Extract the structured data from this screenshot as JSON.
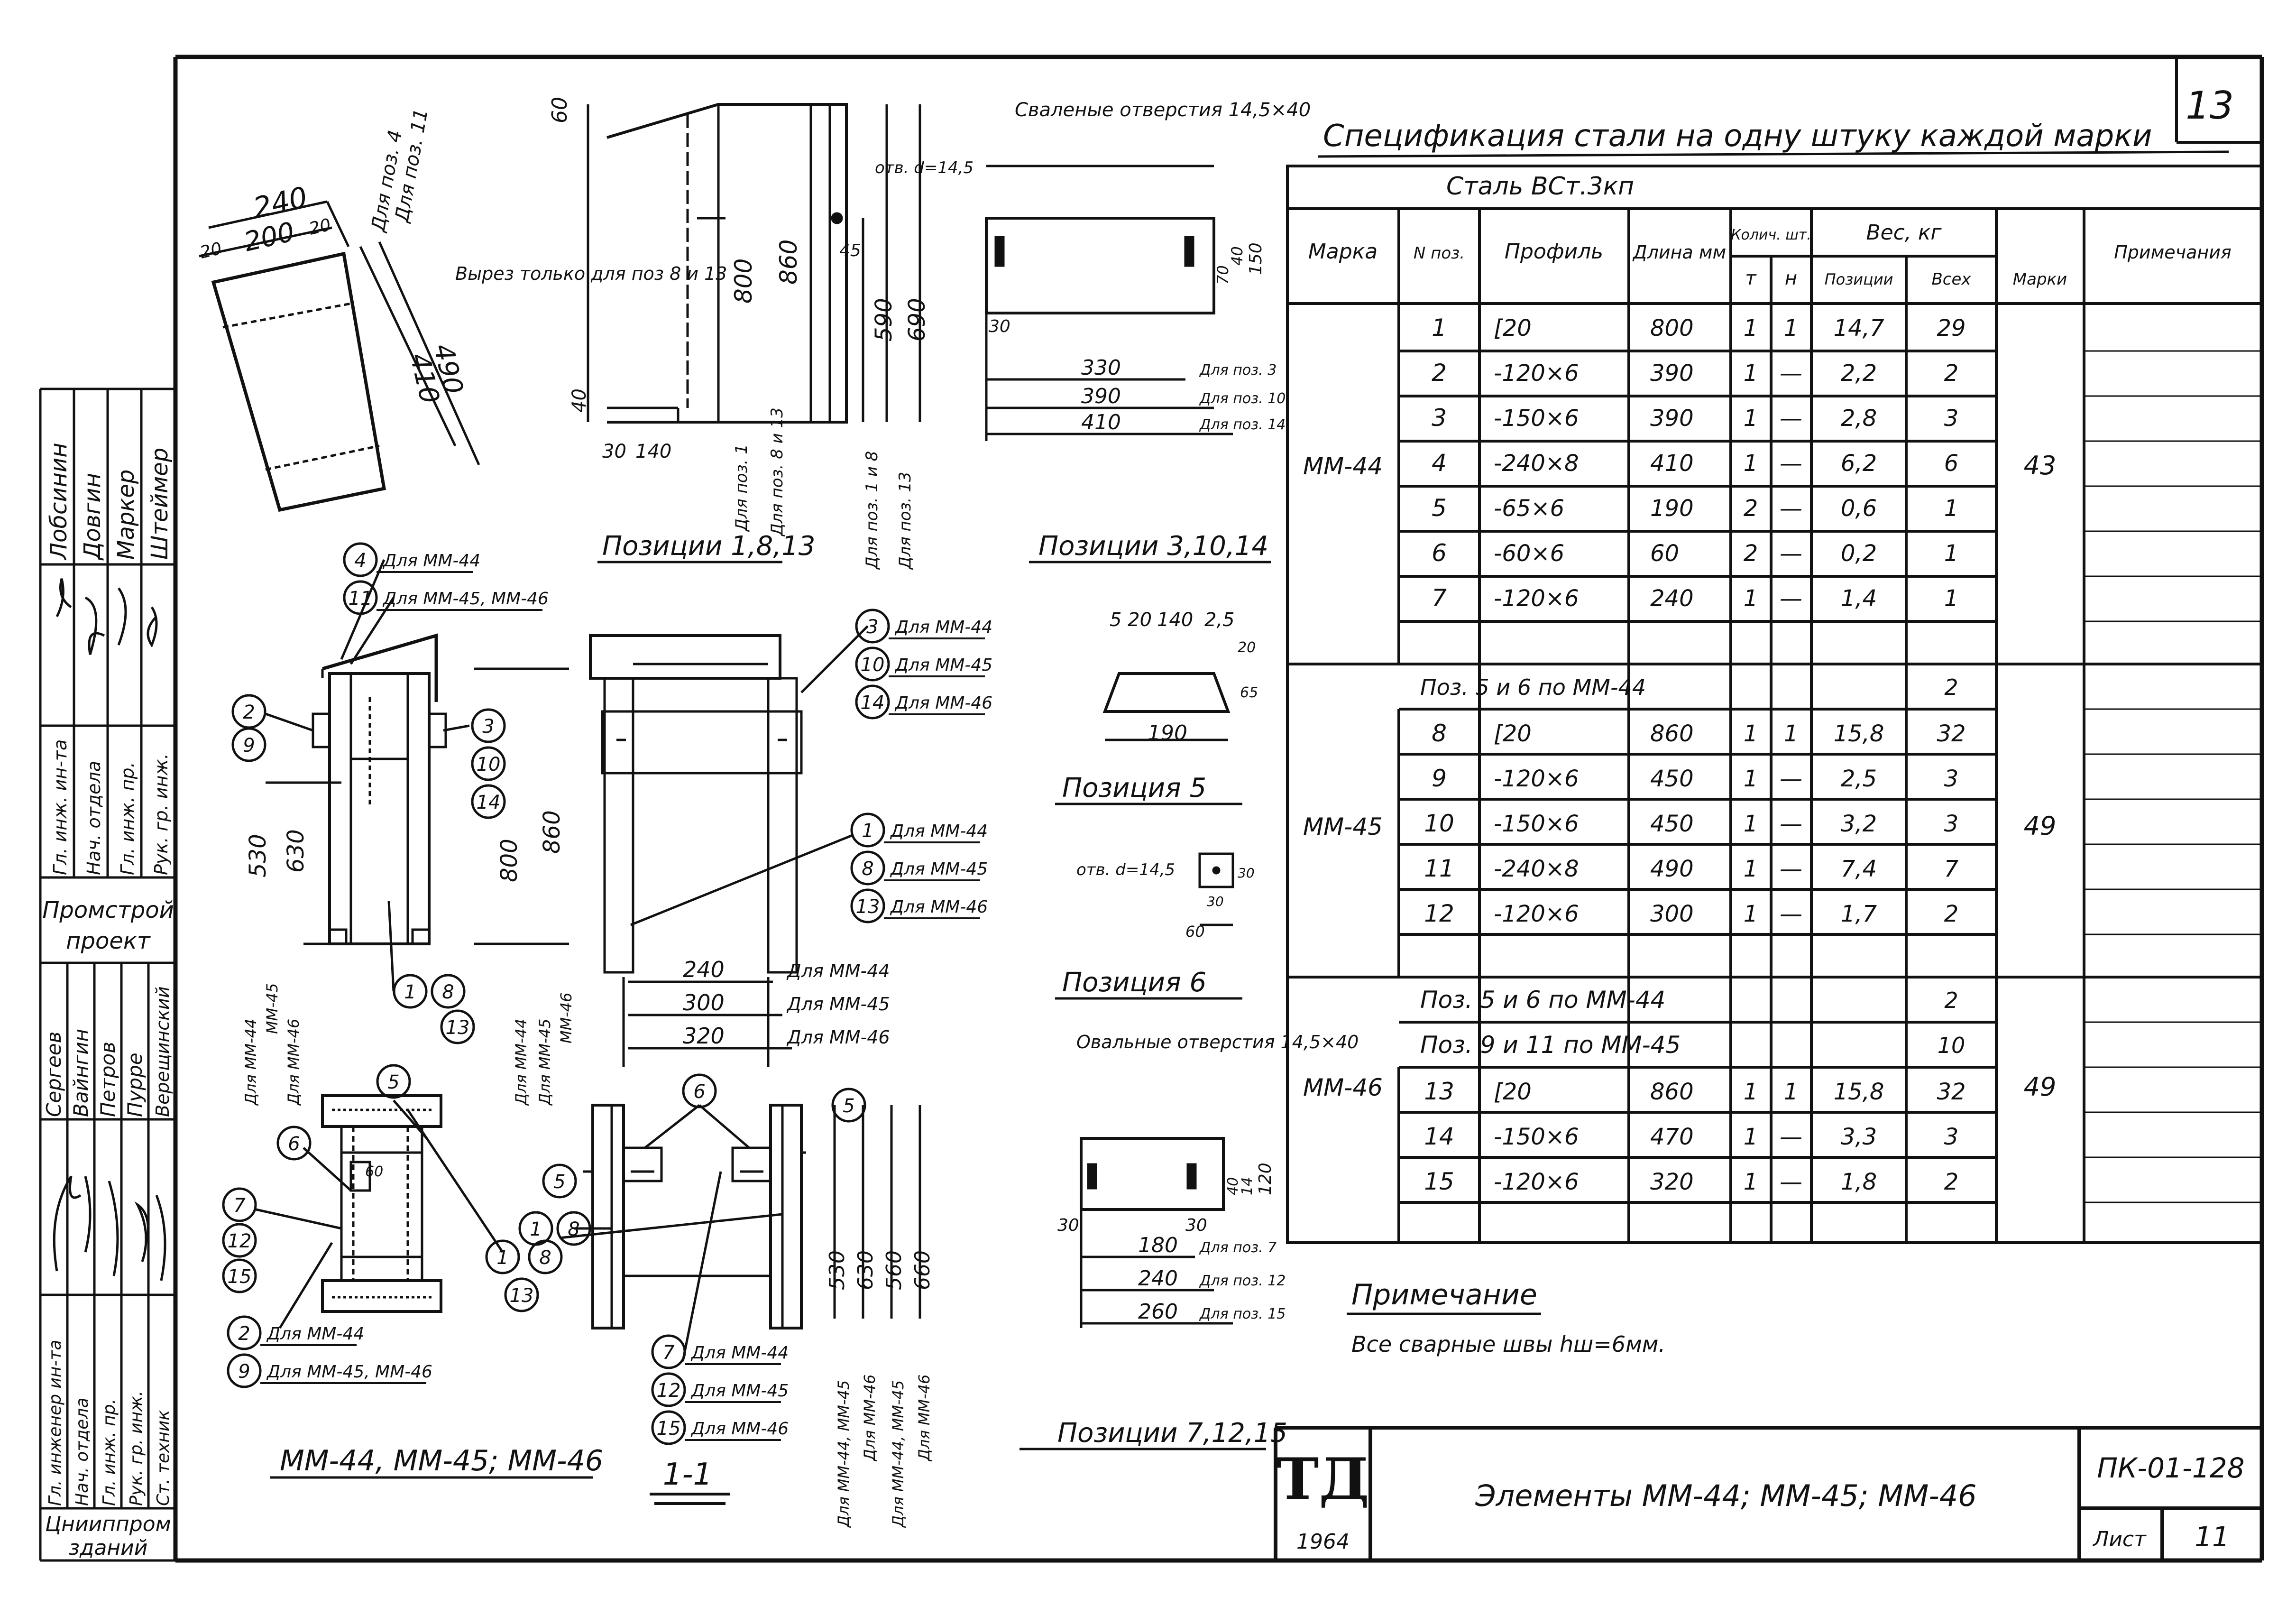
{
  "sheet_number": "13",
  "spec": {
    "title": "Спецификация стали на одну штуку каждой марки",
    "steel": "Сталь ВСт.3кп",
    "headers": {
      "mark": "Марка",
      "pos": "N поз.",
      "profile": "Профиль",
      "length": "Длина мм",
      "qty": "Колич. шт.",
      "qty_t": "т",
      "qty_n": "н",
      "weight": "Вес, кг",
      "w_pos": "Позиции",
      "w_all": "Всех",
      "w_mark": "Марки",
      "note": "Примечания"
    },
    "groups": [
      {
        "mark": "ММ-44",
        "mark_weight": "43",
        "rows": [
          {
            "pos": "1",
            "profile": "[20",
            "length": "800",
            "t": "1",
            "n": "1",
            "w_pos": "14,7",
            "w_all": "29"
          },
          {
            "pos": "2",
            "profile": "-120×6",
            "length": "390",
            "t": "1",
            "n": "—",
            "w_pos": "2,2",
            "w_all": "2"
          },
          {
            "pos": "3",
            "profile": "-150×6",
            "length": "390",
            "t": "1",
            "n": "—",
            "w_pos": "2,8",
            "w_all": "3"
          },
          {
            "pos": "4",
            "profile": "-240×8",
            "length": "410",
            "t": "1",
            "n": "—",
            "w_pos": "6,2",
            "w_all": "6"
          },
          {
            "pos": "5",
            "profile": "-65×6",
            "length": "190",
            "t": "2",
            "n": "—",
            "w_pos": "0,6",
            "w_all": "1"
          },
          {
            "pos": "6",
            "profile": "-60×6",
            "length": "60",
            "t": "2",
            "n": "—",
            "w_pos": "0,2",
            "w_all": "1"
          },
          {
            "pos": "7",
            "profile": "-120×6",
            "length": "240",
            "t": "1",
            "n": "—",
            "w_pos": "1,4",
            "w_all": "1"
          }
        ]
      },
      {
        "mark": "ММ-45",
        "mark_weight": "49",
        "ref_rows": [
          {
            "text": "Поз. 5 и 6 по ММ-44",
            "w_all": "2"
          }
        ],
        "rows": [
          {
            "pos": "8",
            "profile": "[20",
            "length": "860",
            "t": "1",
            "n": "1",
            "w_pos": "15,8",
            "w_all": "32"
          },
          {
            "pos": "9",
            "profile": "-120×6",
            "length": "450",
            "t": "1",
            "n": "—",
            "w_pos": "2,5",
            "w_all": "3"
          },
          {
            "pos": "10",
            "profile": "-150×6",
            "length": "450",
            "t": "1",
            "n": "—",
            "w_pos": "3,2",
            "w_all": "3"
          },
          {
            "pos": "11",
            "profile": "-240×8",
            "length": "490",
            "t": "1",
            "n": "—",
            "w_pos": "7,4",
            "w_all": "7"
          },
          {
            "pos": "12",
            "profile": "-120×6",
            "length": "300",
            "t": "1",
            "n": "—",
            "w_pos": "1,7",
            "w_all": "2"
          }
        ]
      },
      {
        "mark": "ММ-46",
        "mark_weight": "49",
        "ref_rows": [
          {
            "text": "Поз. 5 и 6 по ММ-44",
            "w_all": "2"
          },
          {
            "text": "Поз. 9 и 11 по ММ-45",
            "w_all": "10"
          }
        ],
        "rows": [
          {
            "pos": "13",
            "profile": "[20",
            "length": "860",
            "t": "1",
            "n": "1",
            "w_pos": "15,8",
            "w_all": "32"
          },
          {
            "pos": "14",
            "profile": "-150×6",
            "length": "470",
            "t": "1",
            "n": "—",
            "w_pos": "3,3",
            "w_all": "3"
          },
          {
            "pos": "15",
            "profile": "-120×6",
            "length": "320",
            "t": "1",
            "n": "—",
            "w_pos": "1,8",
            "w_all": "2"
          }
        ]
      }
    ]
  },
  "note": {
    "title": "Примечание",
    "text": "Все сварные швы hш=6мм."
  },
  "title_block": {
    "logo": "ТД",
    "year": "1964",
    "title": "Элементы ММ-44; ММ-45; ММ-46",
    "code": "ПК-01-128",
    "sheet_label": "Лист",
    "sheet": "11"
  },
  "left_block": {
    "top_roles": [
      "Гл. инж. ин-та",
      "Нач. отдела",
      "Гл. инж. пр.",
      "Рук. гр. инж."
    ],
    "top_names": [
      "Лобсинин",
      "Довгин",
      "Маркер",
      "Штеймер"
    ],
    "org1": [
      "Промстрой",
      "проект"
    ],
    "bottom_roles": [
      "Гл. инженер ин-та",
      "Нач. отдела",
      "Гл. инж. пр.",
      "Рук. гр. инж.",
      "Ст. техник"
    ],
    "bottom_names": [
      "Сергеев",
      "Вайнгин",
      "Петров",
      "Пурре",
      "Верещинский"
    ],
    "org2": [
      "Цнииппром",
      "зданий"
    ]
  },
  "drawing": {
    "pos_1_8_13": {
      "title": "Позиции 1,8,13",
      "dims": {
        "d60": "60",
        "d40": "40",
        "d30": "30",
        "d140": "140",
        "d800": "800",
        "d860": "860",
        "d590": "590",
        "d690": "690",
        "d45": "45"
      },
      "hole": "отв. d=14,5",
      "cut_note": "Вырез только для поз 8 и 13",
      "labels": [
        "Для поз. 1",
        "Для поз. 8 и 13",
        "Для поз. 1 и 8",
        "Для поз. 13"
      ]
    },
    "pos_4_11": {
      "dims": {
        "d240": "240",
        "d20a": "20",
        "d200": "200",
        "d20b": "20",
        "d410": "410",
        "d490": "490"
      },
      "labels": [
        "Для поз. 4",
        "Для поз. 11"
      ]
    },
    "pos_3_10_14": {
      "title": "Позиции 3,10,14",
      "hole_title": "Сваленые отверстия 14,5×40",
      "dims": {
        "d30": "30",
        "d70": "70",
        "d40": "40",
        "d150": "150"
      },
      "lengths": [
        {
          "value": "330",
          "label": "Для поз. 3"
        },
        {
          "value": "390",
          "label": "Для поз. 10"
        },
        {
          "value": "410",
          "label": "Для поз. 14"
        }
      ]
    },
    "pos_5": {
      "title": "Позиция 5",
      "dims": {
        "d520": "5 20",
        "d140": "140",
        "d20": "20",
        "d25": "2,5",
        "d20b": "20",
        "d65": "65",
        "d190": "190"
      }
    },
    "pos_6": {
      "title": "Позиция 6",
      "hole": "отв. d=14,5",
      "dims": {
        "d30": "30",
        "d60": "60",
        "d30b": "30"
      }
    },
    "pos_7_12_15": {
      "title": "Позиции 7,12,15",
      "hole_title": "Овальные отверстия 14,5×40",
      "dims": {
        "d30a": "30",
        "d30b": "30",
        "d40": "40",
        "d120": "120",
        "d14": "14"
      },
      "lengths": [
        {
          "value": "180",
          "label": "Для поз. 7"
        },
        {
          "value": "240",
          "label": "Для поз. 12"
        },
        {
          "value": "260",
          "label": "Для поз. 15"
        }
      ]
    },
    "assembly": {
      "title": "ММ-44, ММ-45; ММ-46",
      "callouts_top": [
        {
          "num": "4",
          "label": "Для ММ-44"
        },
        {
          "num": "11",
          "label": "Для ММ-45, ММ-46"
        }
      ],
      "callouts_right": [
        {
          "num": "3",
          "label": "Для ММ-44"
        },
        {
          "num": "10",
          "label": "Для ММ-45"
        },
        {
          "num": "14",
          "label": "Для ММ-46"
        }
      ],
      "callouts_mid": [
        {
          "num": "1",
          "label": "Для ММ-44"
        },
        {
          "num": "8",
          "label": "Для ММ-45"
        },
        {
          "num": "13",
          "label": "Для ММ-46"
        }
      ],
      "callouts_bottom": [
        {
          "num": "2",
          "label": "Для ММ-44"
        },
        {
          "num": "9",
          "label": "Для ММ-45, ММ-46"
        }
      ],
      "widths": [
        {
          "value": "240",
          "label": "Для ММ-44"
        },
        {
          "value": "300",
          "label": "Для ММ-45"
        },
        {
          "value": "320",
          "label": "Для ММ-46"
        }
      ],
      "dims": {
        "d530": "530",
        "d630": "630",
        "d800": "800",
        "d860": "860",
        "d60": "60"
      },
      "side_labels": [
        "Для ММ-44",
        "ММ-45",
        "Для ММ-46",
        "Для ММ-44",
        "Для ММ-45",
        "ММ-46"
      ]
    },
    "section_1_1": {
      "title": "1-1",
      "callouts": [
        {
          "num": "7",
          "label": "Для ММ-44"
        },
        {
          "num": "12",
          "label": "Для ММ-45"
        },
        {
          "num": "15",
          "label": "Для ММ-46"
        }
      ],
      "dims": {
        "d530": "530",
        "d630": "630",
        "d560": "560",
        "d660": "660"
      },
      "side_labels": [
        "Для ММ-44, ММ-45",
        "Для ММ-46",
        "Для ММ-44, ММ-45",
        "Для ММ-46"
      ]
    }
  }
}
